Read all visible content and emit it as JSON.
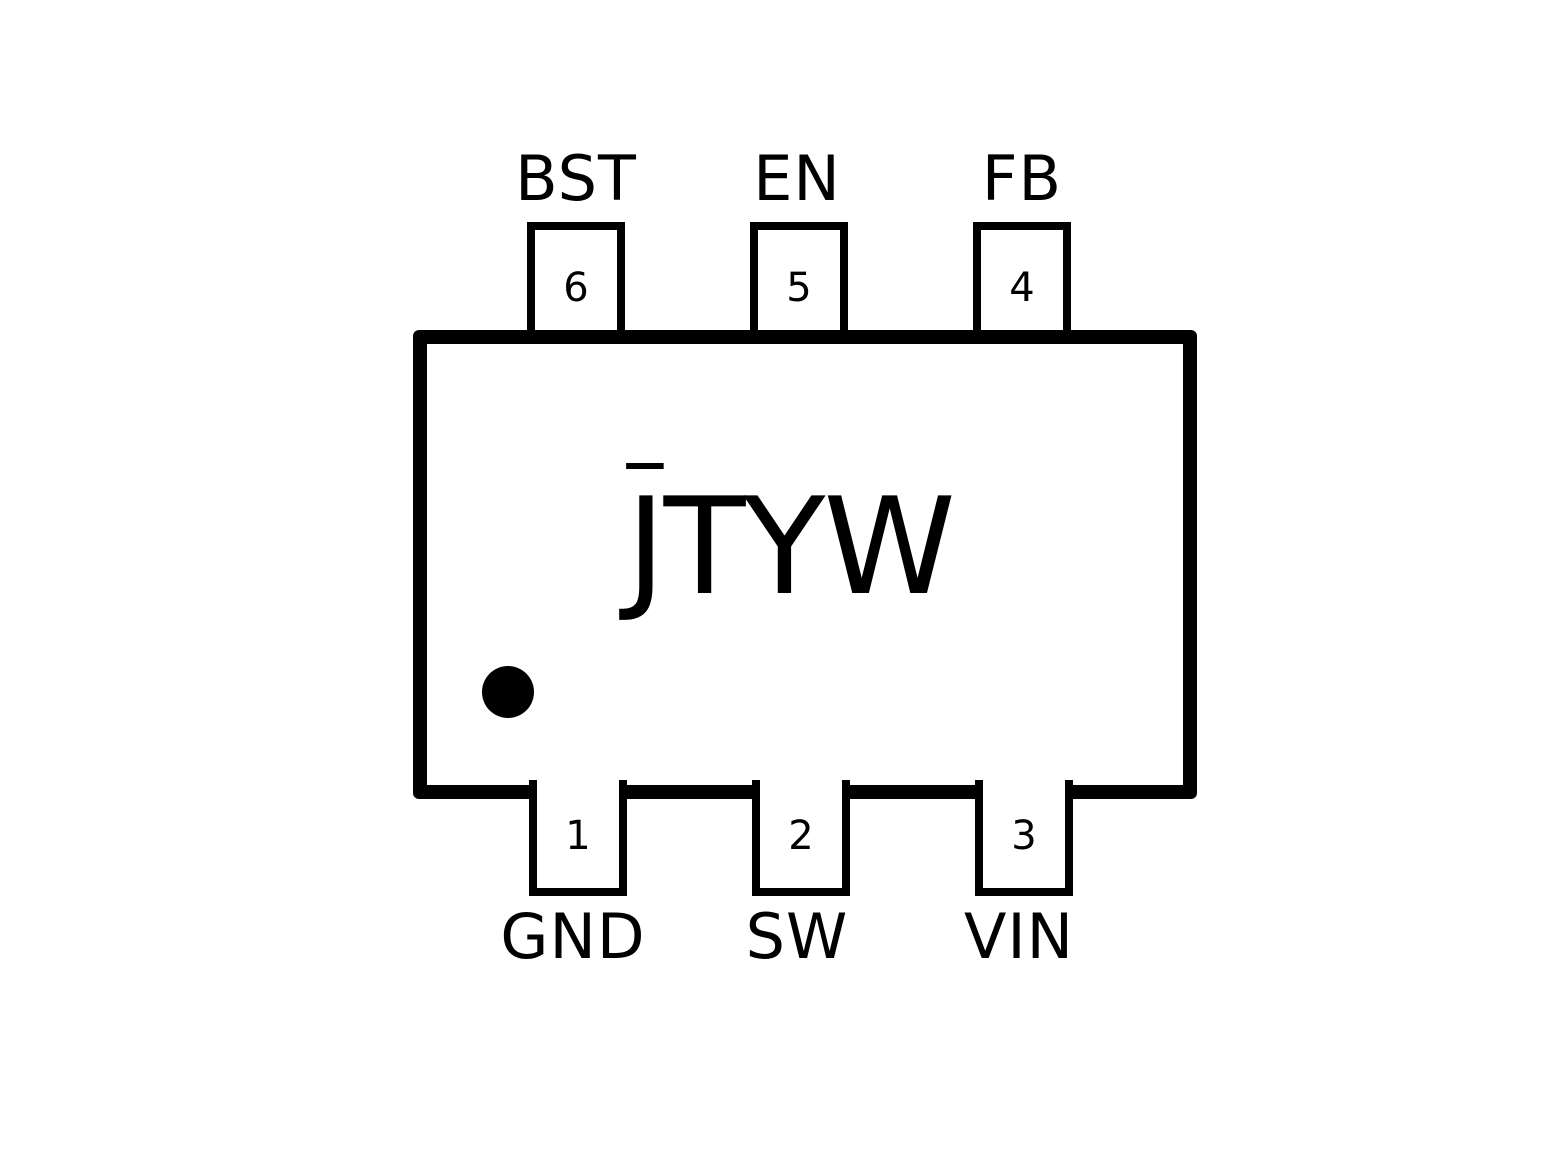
{
  "package": {
    "marking_first": "J",
    "marking_rest": "TYW",
    "colors": {
      "outline": "#000000",
      "background": "#ffffff"
    }
  },
  "pins_top": [
    {
      "number": "6",
      "name": "BST"
    },
    {
      "number": "5",
      "name": "EN"
    },
    {
      "number": "4",
      "name": "FB"
    }
  ],
  "pins_bottom": [
    {
      "number": "1",
      "name": "GND"
    },
    {
      "number": "2",
      "name": "SW"
    },
    {
      "number": "3",
      "name": "VIN"
    }
  ]
}
